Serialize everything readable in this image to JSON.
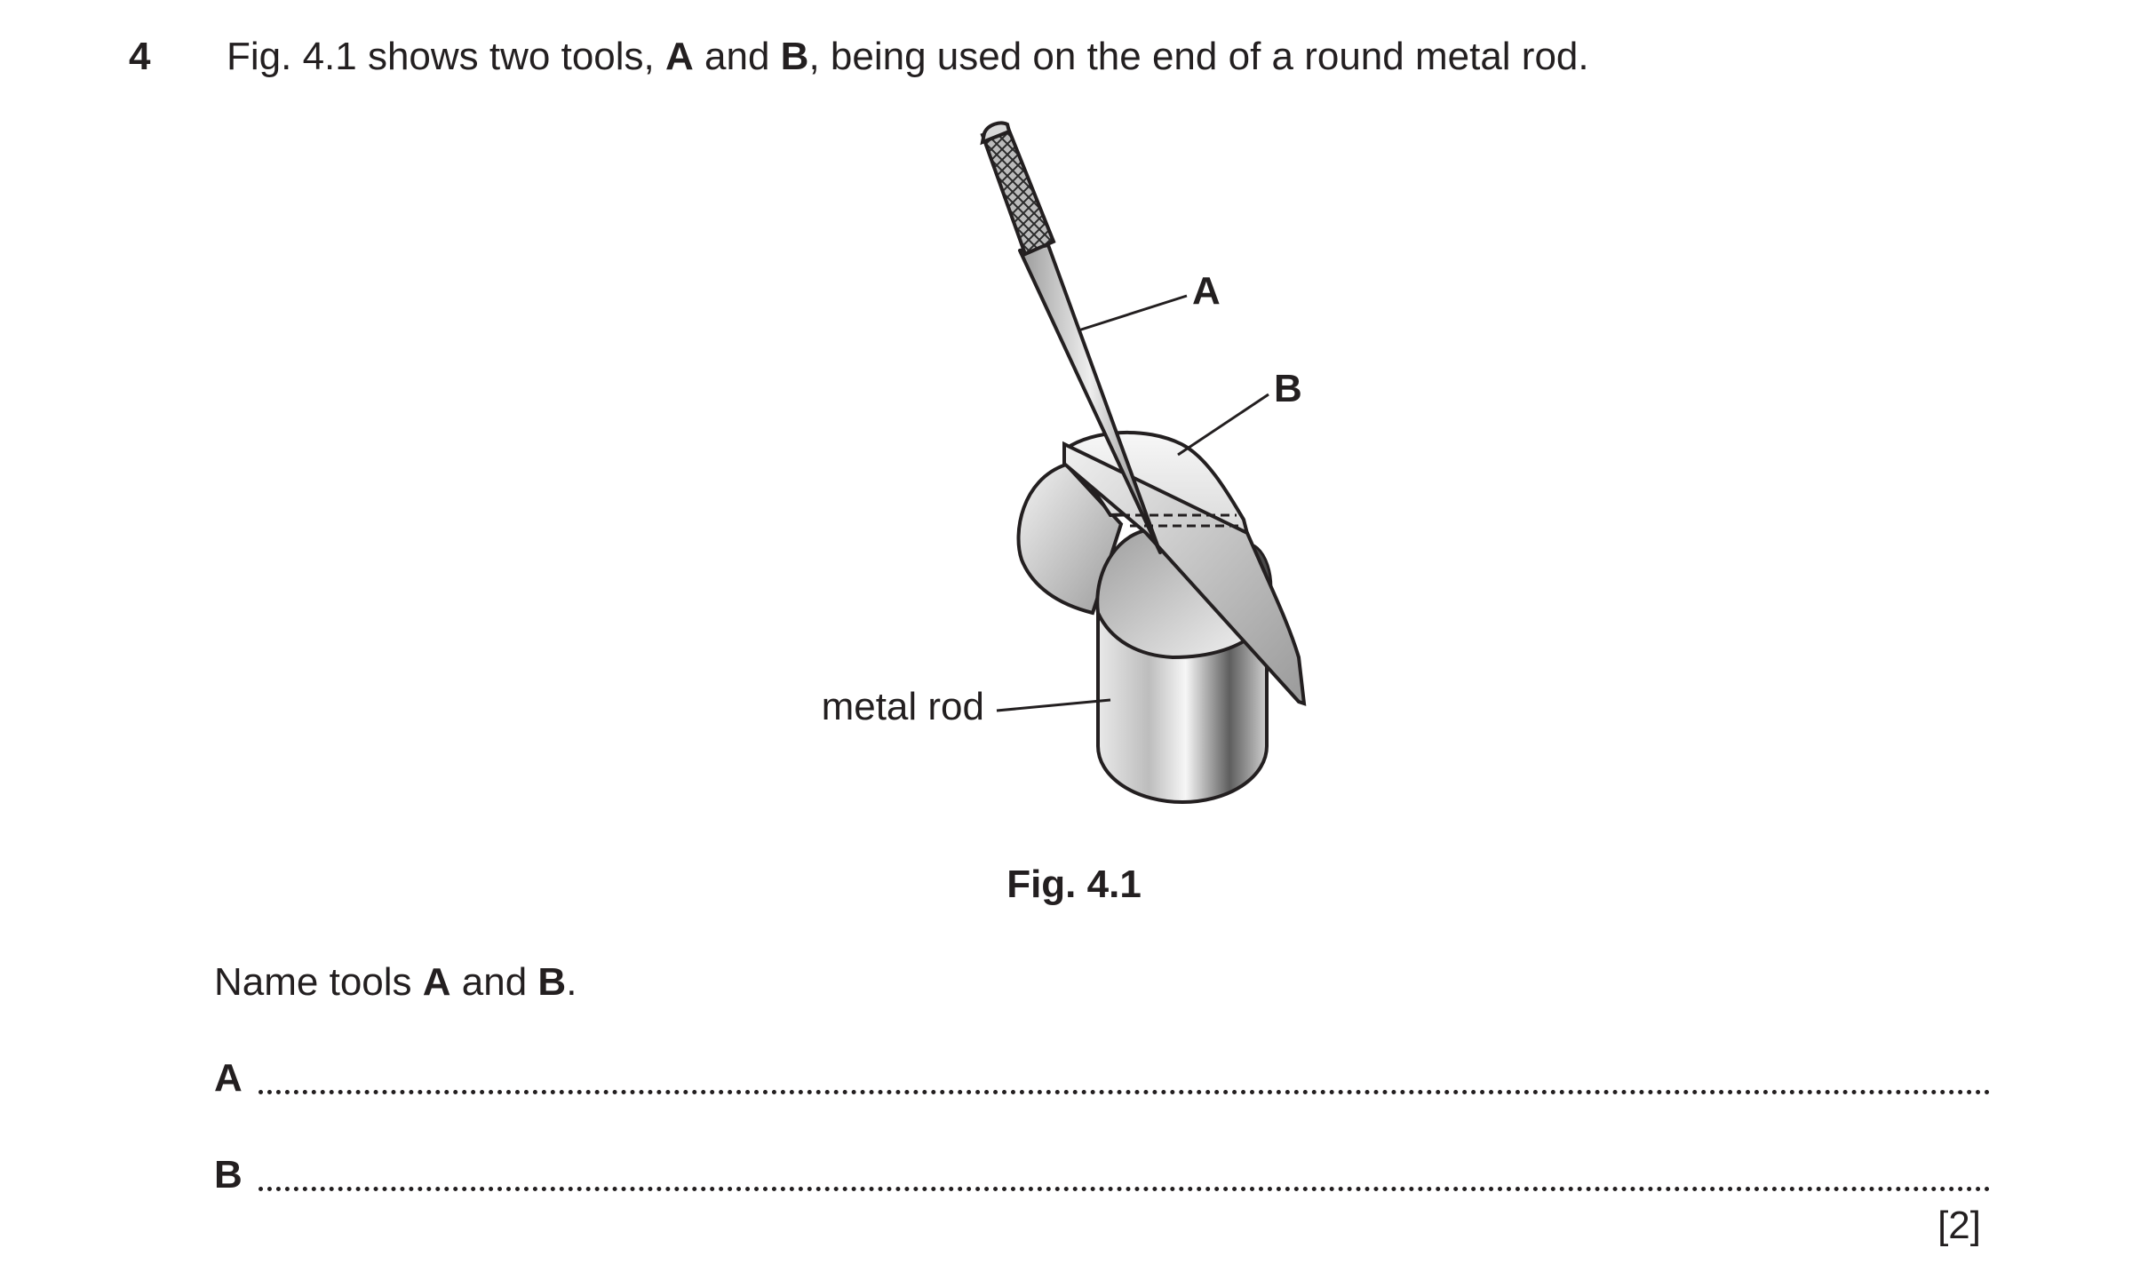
{
  "question": {
    "number": "4",
    "intro_parts": {
      "p1": "Fig. 4.1 shows two tools, ",
      "a": "A",
      "p2": " and ",
      "b": "B",
      "p3": ", being used on the end of a round metal rod."
    }
  },
  "figure": {
    "labels": {
      "tool_a": "A",
      "tool_b": "B",
      "rod": "metal rod"
    },
    "caption": "Fig. 4.1"
  },
  "prompt_parts": {
    "p1": "Name tools ",
    "a": "A",
    "p2": " and ",
    "b": "B",
    "p3": "."
  },
  "answers": [
    {
      "label": "A"
    },
    {
      "label": "B"
    }
  ],
  "marks": "[2]"
}
